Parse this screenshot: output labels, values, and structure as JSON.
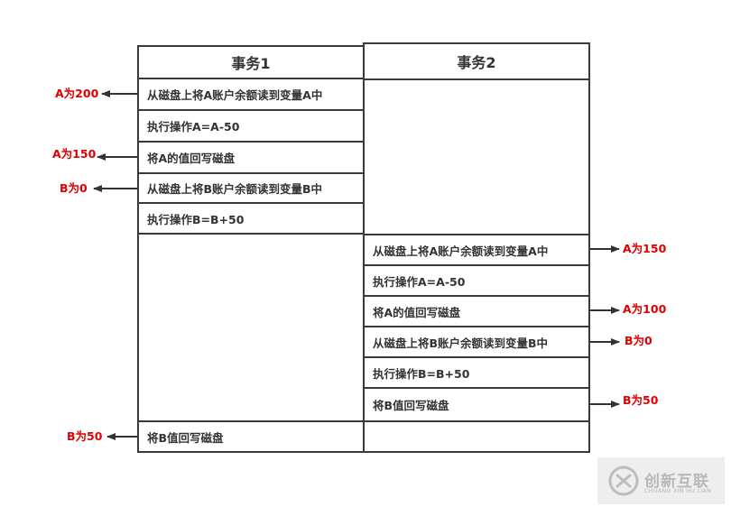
{
  "tx1": {
    "header": "事务1",
    "steps": [
      "从磁盘上将A账户余额读到变量A中",
      "执行操作A=A-50",
      "将A的值回写磁盘",
      "从磁盘上将B账户余额读到变量B中",
      "执行操作B=B+50"
    ],
    "final_step": "将B值回写磁盘"
  },
  "tx2": {
    "header": "事务2",
    "steps": [
      "从磁盘上将A账户余额读到变量A中",
      "执行操作A=A-50",
      "将A的值回写磁盘",
      "从磁盘上将B账户余额读到变量B中",
      "执行操作B=B+50",
      "将B值回写磁盘"
    ]
  },
  "left_labels": [
    "A为200",
    "A为150",
    "B为0",
    "B为50"
  ],
  "right_labels": [
    "A为150",
    "A为100",
    "B为0",
    "B为50"
  ],
  "watermark": {
    "name": "创新互联",
    "subtitle": "CHUANG XIN HU LIAN",
    "icon": "chuangxin-logo-icon"
  },
  "colors": {
    "value_label": "#e00000",
    "border": "#3a3a3a",
    "cell_text": "#333333"
  }
}
